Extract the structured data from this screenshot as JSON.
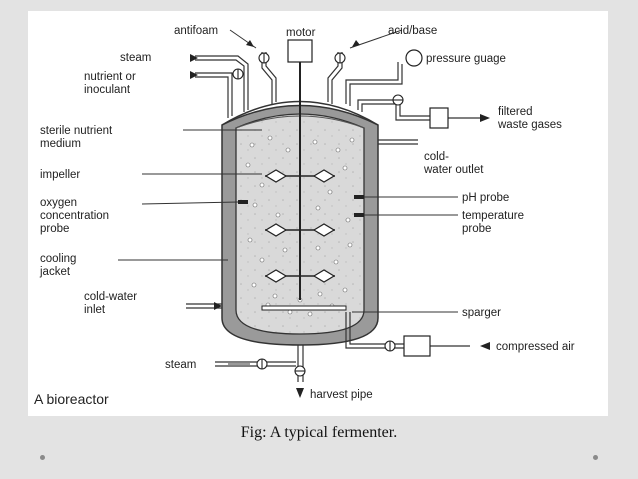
{
  "diagram": {
    "labels": {
      "antifoam": "antifoam",
      "motor": "motor",
      "acid_base": "acid/base",
      "steam_top": "steam",
      "pressure_gauge": "pressure guage",
      "nutrient_1": "nutrient or",
      "nutrient_2": "inoculant",
      "filtered_1": "filtered",
      "filtered_2": "waste gases",
      "sterile_1": "sterile nutrient",
      "sterile_2": "medium",
      "cold_out_1": "cold-",
      "cold_out_2": "water outlet",
      "impeller": "impeller",
      "ph_probe": "pH probe",
      "oxygen_1": "oxygen",
      "oxygen_2": "concentration",
      "oxygen_3": "probe",
      "temp_1": "temperature",
      "temp_2": "probe",
      "cooling_1": "cooling",
      "cooling_2": "jacket",
      "cold_in_1": "cold-water",
      "cold_in_2": "inlet",
      "sparger": "sparger",
      "steam_bottom": "steam",
      "compressed_air": "compressed air",
      "harvest": "harvest pipe",
      "title": "A bioreactor"
    }
  },
  "caption": "Fig: A typical fermenter."
}
